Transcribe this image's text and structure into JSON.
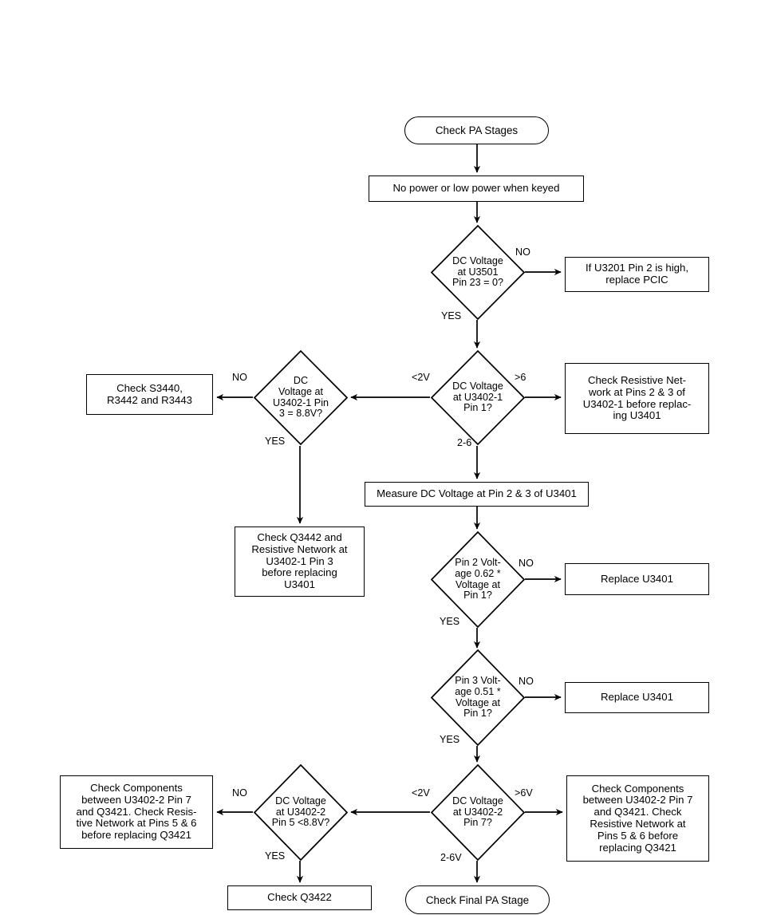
{
  "diagram": {
    "title": "Check PA Stages troubleshooting flowchart",
    "stroke_color": "#000000",
    "fill_color": "#ffffff",
    "background": "#ffffff"
  },
  "nodes": {
    "start_terminal": "Check PA Stages",
    "symptom_box": "No power or low power when keyed",
    "d_u3501": "DC Voltage\nat U3501\nPin 23 = 0?",
    "box_pcic": "If U3201 Pin 2 is high,\nreplace PCIC",
    "d_u3402_1_pin1": "DC Voltage\nat U3402-1\nPin 1?",
    "d_u3402_1_pin3": "DC\nVoltage at\nU3402-1 Pin\n3 = 8.8V?",
    "box_s3440": "Check S3440,\nR3442 and R3443",
    "box_resistive_net": "Check Resistive Net-\nwork at Pins 2 & 3 of\nU3402-1 before replac-\ning U3401",
    "box_q3442": "Check Q3442 and\nResistive Network at\nU3402-1 Pin 3\nbefore replacing\nU3401",
    "box_measure": "Measure DC Voltage at Pin 2 & 3 of U3401",
    "d_pin2": "Pin 2 Volt-\nage 0.62 *\nVoltage at\nPin 1?",
    "box_replace_u3401_a": "Replace U3401",
    "d_pin3": "Pin 3 Volt-\nage 0.51 *\nVoltage at\nPin 1?",
    "box_replace_u3401_b": "Replace U3401",
    "d_u3402_2_pin7": "DC Voltage\nat U3402-2\nPin 7?",
    "d_u3402_2_pin5": "DC  Voltage\nat U3402-2\nPin 5 <8.8V?",
    "box_components_left": "Check Components\nbetween U3402-2 Pin 7\nand Q3421. Check Resis-\ntive Network at Pins 5 & 6\nbefore replacing Q3421",
    "box_components_right": "Check Components\nbetween U3402-2 Pin 7\nand Q3421. Check\nResistive Network at\nPins 5 & 6 before\nreplacing Q3421",
    "box_q3422": "Check Q3422",
    "end_terminal": "Check Final PA Stage"
  },
  "edge_labels": {
    "u3501_no": "NO",
    "u3501_yes": "YES",
    "pin1_lt2v": "<2V",
    "pin1_gt6": ">6",
    "pin1_2to6": "2-6",
    "pin3_no": "NO",
    "pin3_yes": "YES",
    "pin2v_no": "NO",
    "pin2v_yes": "YES",
    "pin3v_no": "NO",
    "pin3v_yes": "YES",
    "pin7_lt2v": "<2V",
    "pin7_gt6v": ">6V",
    "pin7_2to6v": "2-6V",
    "pin5_no": "NO",
    "pin5_yes": "YES"
  }
}
